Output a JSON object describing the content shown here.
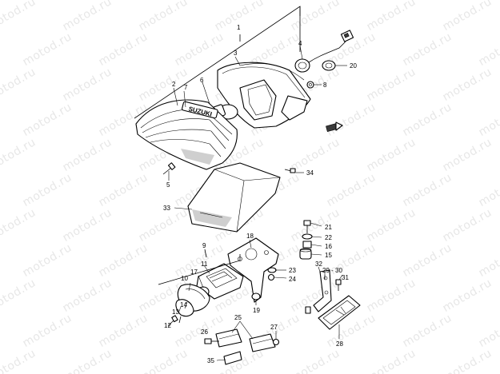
{
  "watermark": {
    "text": "motod.ru"
  },
  "brand_mark": "SUZUKI",
  "callouts": [
    {
      "id": "c1",
      "label": "1"
    },
    {
      "id": "c2",
      "label": "2"
    },
    {
      "id": "c3",
      "label": "3"
    },
    {
      "id": "c4",
      "label": "4"
    },
    {
      "id": "c5",
      "label": "5"
    },
    {
      "id": "c6",
      "label": "6"
    },
    {
      "id": "c7",
      "label": "7"
    },
    {
      "id": "c8",
      "label": "8"
    },
    {
      "id": "c9",
      "label": "9"
    },
    {
      "id": "c10",
      "label": "10"
    },
    {
      "id": "c11",
      "label": "11"
    },
    {
      "id": "c12",
      "label": "12"
    },
    {
      "id": "c13",
      "label": "13"
    },
    {
      "id": "c14",
      "label": "14"
    },
    {
      "id": "c15",
      "label": "15"
    },
    {
      "id": "c16",
      "label": "16"
    },
    {
      "id": "c17",
      "label": "17"
    },
    {
      "id": "c18",
      "label": "18"
    },
    {
      "id": "c19",
      "label": "19"
    },
    {
      "id": "c20",
      "label": "20"
    },
    {
      "id": "c21",
      "label": "21"
    },
    {
      "id": "c22",
      "label": "22"
    },
    {
      "id": "c23",
      "label": "23"
    },
    {
      "id": "c24",
      "label": "24"
    },
    {
      "id": "c25",
      "label": "25"
    },
    {
      "id": "c26",
      "label": "26"
    },
    {
      "id": "c27",
      "label": "27"
    },
    {
      "id": "c28",
      "label": "28"
    },
    {
      "id": "c2930",
      "label": "29 - 30"
    },
    {
      "id": "c31",
      "label": "31"
    },
    {
      "id": "c32",
      "label": "32"
    },
    {
      "id": "c33",
      "label": "33"
    },
    {
      "id": "c34",
      "label": "34"
    },
    {
      "id": "c35",
      "label": "35"
    }
  ]
}
